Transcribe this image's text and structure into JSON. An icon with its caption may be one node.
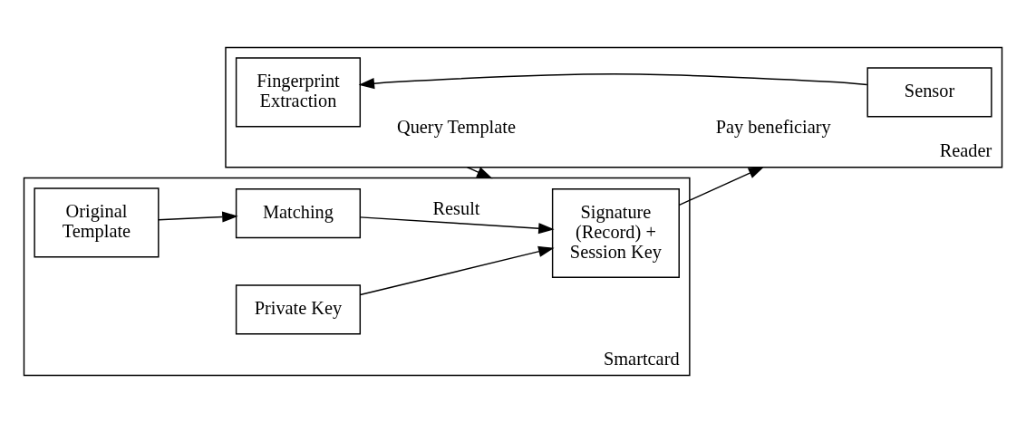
{
  "diagram": {
    "nodes": [
      {
        "text": [
          "Reader"
        ]
      },
      {
        "text": [
          "Fingerprint Extraction"
        ],
        "in": 0
      },
      {
        "text": [
          "Sensor"
        ],
        "in": 0
      },
      {
        "text": [
          "Smartcard"
        ]
      },
      {
        "text": [
          "Original Template"
        ],
        "in": 3
      },
      {
        "text": [
          "Matching"
        ],
        "in": 3
      },
      {
        "text": [
          "Private Key"
        ],
        "in": 3
      },
      {
        "text": [
          "Signature (Record) + Session Key"
        ],
        "in": 3
      }
    ],
    "edges": [
      {
        "from": 2,
        "to": 1,
        "arrow": "to"
      },
      {
        "from": 0,
        "to": 3,
        "arrow": "to",
        "label": "Query Template"
      },
      {
        "from": 4,
        "to": 5,
        "arrow": "to"
      },
      {
        "from": 5,
        "to": 7,
        "arrow": "to",
        "label": "Result"
      },
      {
        "from": 6,
        "to": 7,
        "arrow": "to"
      },
      {
        "from": 7,
        "to": 0,
        "arrow": "to",
        "label": "Pay beneficiary"
      }
    ]
  }
}
